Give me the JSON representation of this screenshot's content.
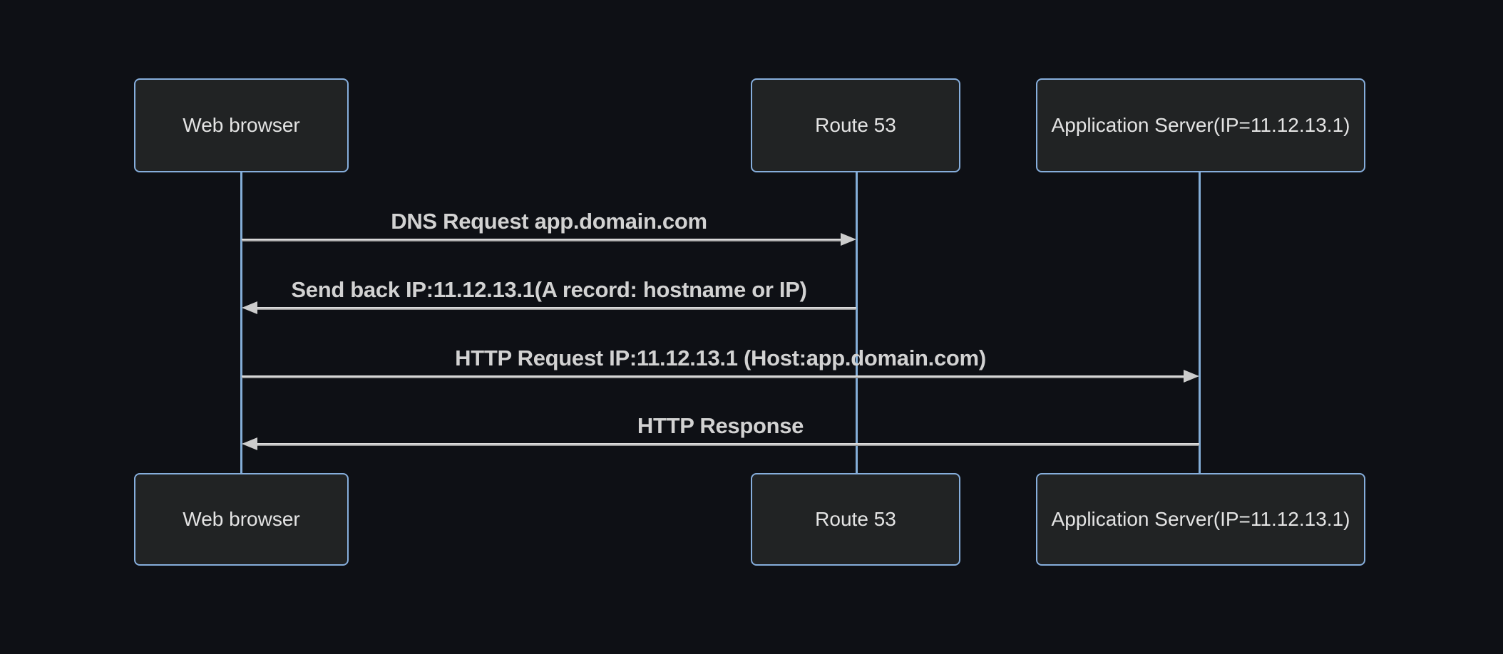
{
  "colors": {
    "background": "#0e1015",
    "actor_fill": "#212324",
    "actor_border": "#86aedc",
    "actor_text": "#e4e4e4",
    "lifeline": "#84aed8",
    "signal_line_light": "#dcdcdc",
    "signal_line_dark": "#7e7e7e",
    "arrowhead": "#cccccc",
    "message_text": "#d2d2d2"
  },
  "diagram": {
    "type": "sequence-diagram",
    "actors": [
      {
        "id": "web-browser",
        "label": "Web browser"
      },
      {
        "id": "route-53",
        "label": "Route 53"
      },
      {
        "id": "app-server",
        "label": "Application Server(IP=11.12.13.1)"
      }
    ],
    "messages": [
      {
        "from": "web-browser",
        "to": "route-53",
        "direction": "right",
        "arrow": "solid-filled-head",
        "label": "DNS Request app.domain.com"
      },
      {
        "from": "route-53",
        "to": "web-browser",
        "direction": "left",
        "arrow": "solid-filled-head",
        "label": "Send back IP:11.12.13.1(A record: hostname or IP)"
      },
      {
        "from": "web-browser",
        "to": "app-server",
        "direction": "right",
        "arrow": "solid-filled-head",
        "label": "HTTP Request IP:11.12.13.1 (Host:app.domain.com)"
      },
      {
        "from": "app-server",
        "to": "web-browser",
        "direction": "left",
        "arrow": "solid-filled-head",
        "label": "HTTP Response"
      }
    ]
  }
}
